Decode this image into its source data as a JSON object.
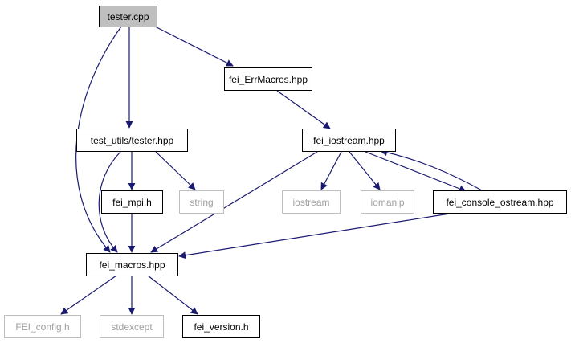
{
  "nodes": {
    "tester_cpp": "tester.cpp",
    "fei_errmacros": "fei_ErrMacros.hpp",
    "test_utils_tester": "test_utils/tester.hpp",
    "fei_iostream": "fei_iostream.hpp",
    "fei_mpi": "fei_mpi.h",
    "string": "string",
    "iostream": "iostream",
    "iomanip": "iomanip",
    "fei_console_ostream": "fei_console_ostream.hpp",
    "fei_macros": "fei_macros.hpp",
    "fei_config": "FEI_config.h",
    "stdexcept": "stdexcept",
    "fei_version": "fei_version.h"
  },
  "colors": {
    "edge": "#191970",
    "external_border": "#bfbfbf",
    "external_text": "#a0a0a0",
    "root_fill": "#bfbfbf"
  }
}
